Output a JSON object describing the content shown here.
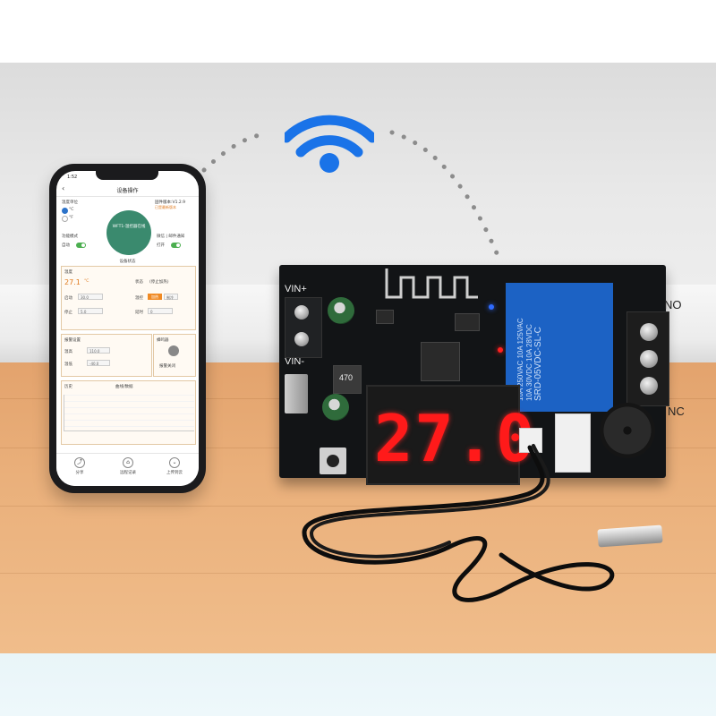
{
  "phone": {
    "time": "1:52",
    "title": "设备操作",
    "unit_label": "温度单位",
    "unit_c": "°C",
    "unit_f": "°F",
    "firmware": "固件版本:V1.2.9",
    "firmware_status": "已是最新版本",
    "device_status": "WFT1-温控器在线",
    "mode_label": "功能模式",
    "mode_value": "自动",
    "notify_label": "微信 | 邮件通知",
    "notify_value": "打开",
    "section_status": "设备状态",
    "temp_label": "温度",
    "temp_value": "27.1",
    "temp_unit": "°C",
    "state_label": "状态",
    "state_value": "(停止加热)",
    "heat_label": "加热",
    "cool_label": "制冷",
    "start_label": "启动",
    "start_value": "30.0",
    "stop_label": "停止",
    "stop_value": "5.0",
    "delay_label": "延时",
    "delay_value": "0",
    "alarm_section": "报警设置",
    "high_label": "温高",
    "high_value": "110.0",
    "low_label": "温低",
    "low_value": "-40.0",
    "beep_section": "蜂鸣器",
    "beep_value": "报警关闭",
    "history_label": "历史",
    "history_title": "曲线/数据",
    "tab_share": "分享",
    "tab_history": "远程记录",
    "tab_upload": "上传到云"
  },
  "board": {
    "vin_plus": "VIN+",
    "vin_minus": "VIN-",
    "no_label": "NO",
    "nc_label": "NC",
    "inductor": "470",
    "display_value": "27.0",
    "relay_lines": [
      "10A 250VAC 10A 125VAC",
      "10A 30VDC 10A 28VDC",
      "SRD-05VDC-SL-C"
    ]
  },
  "colors": {
    "display_red": "#ff1a1a",
    "relay_blue": "#1c62c4",
    "wifi_blue": "#1a73e8",
    "app_green": "#3a8a6e"
  }
}
